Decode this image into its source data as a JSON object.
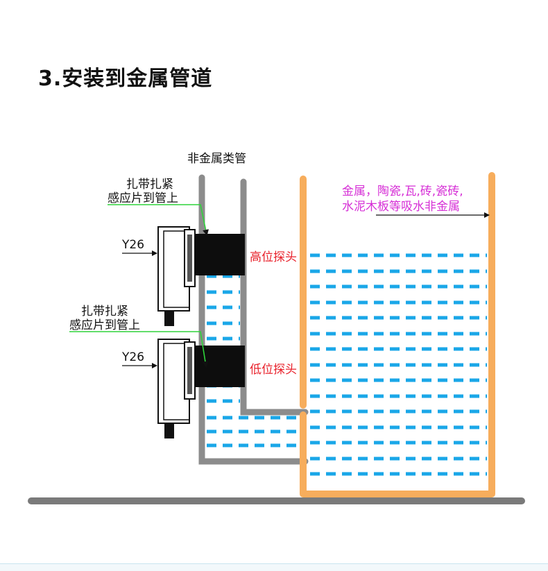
{
  "page": {
    "title": "3.安装到金属管道"
  },
  "diagram": {
    "label_nonmetal_pipe": "非金属类管",
    "label_tie_1_line1": "扎带扎紧",
    "label_tie_1_line2": "感应片到管上",
    "label_tie_2_line1": "扎带扎紧",
    "label_tie_2_line2": "感应片到管上",
    "label_model_1": "Y26",
    "label_model_2": "Y26",
    "label_high_probe": "高位探头",
    "label_low_probe": "低位探头",
    "label_materials_line1": "金属，陶瓷,瓦,砖,瓷砖,",
    "label_materials_line2": "水泥木板等吸水非金属"
  },
  "colors": {
    "pipe_gray": "#8c8c8c",
    "tank_orange": "#f7ad5c",
    "water_blue": "#1aa7e8",
    "probe_black": "#0d0d0d",
    "red_label": "#e8202a",
    "magenta_label": "#d62fd6",
    "tie_green": "#2ed43a",
    "ground_gray": "#7a7a7a"
  }
}
